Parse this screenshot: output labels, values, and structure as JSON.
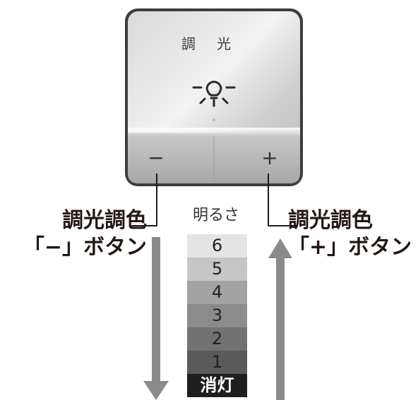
{
  "panel": {
    "title": "調 光"
  },
  "buttons": {
    "minus_label": "−",
    "plus_label": "+"
  },
  "callouts": {
    "minus": {
      "line1": "調光調色",
      "line2": "「−」ボタン"
    },
    "plus": {
      "line1": "調光調色",
      "line2": "「+」ボタン"
    }
  },
  "brightness": {
    "header": "明るさ",
    "levels": [
      {
        "label": "6",
        "color": "#e4e4e4",
        "text_color": "#222222"
      },
      {
        "label": "5",
        "color": "#c6c6c6",
        "text_color": "#222222"
      },
      {
        "label": "4",
        "color": "#a3a3a3",
        "text_color": "#222222"
      },
      {
        "label": "3",
        "color": "#8c8c8c",
        "text_color": "#222222"
      },
      {
        "label": "2",
        "color": "#727272",
        "text_color": "#222222"
      },
      {
        "label": "1",
        "color": "#5a5a5a",
        "text_color": "#222222"
      },
      {
        "label": "消灯",
        "color": "#1e1e1e",
        "text_color": "#ffffff"
      }
    ]
  },
  "icons": {
    "center": "light-bulb-icon",
    "down": "down-arrow-icon",
    "up": "up-arrow-icon"
  },
  "colors": {
    "arrow": "#8a8a8a",
    "panel_border": "#4a4a4a"
  }
}
